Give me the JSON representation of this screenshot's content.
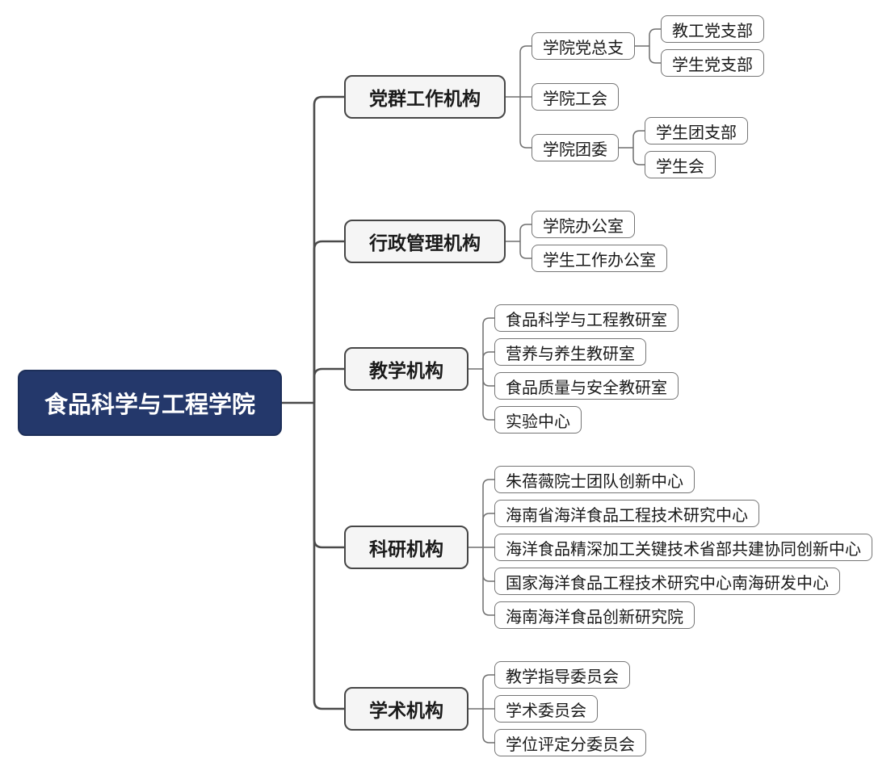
{
  "org_chart": {
    "root": {
      "label": "食品科学与工程学院",
      "children": [
        {
          "label": "党群工作机构",
          "children": [
            {
              "label": "学院党总支",
              "children": [
                {
                  "label": "教工党支部"
                },
                {
                  "label": "学生党支部"
                }
              ]
            },
            {
              "label": "学院工会"
            },
            {
              "label": "学院团委",
              "children": [
                {
                  "label": "学生团支部"
                },
                {
                  "label": "学生会"
                }
              ]
            }
          ]
        },
        {
          "label": "行政管理机构",
          "children": [
            {
              "label": "学院办公室"
            },
            {
              "label": "学生工作办公室"
            }
          ]
        },
        {
          "label": "教学机构",
          "children": [
            {
              "label": "食品科学与工程教研室"
            },
            {
              "label": "营养与养生教研室"
            },
            {
              "label": "食品质量与安全教研室"
            },
            {
              "label": "实验中心"
            }
          ]
        },
        {
          "label": "科研机构",
          "children": [
            {
              "label": "朱蓓薇院士团队创新中心"
            },
            {
              "label": "海南省海洋食品工程技术研究中心"
            },
            {
              "label": "海洋食品精深加工关键技术省部共建协同创新中心"
            },
            {
              "label": "国家海洋食品工程技术研究中心南海研发中心"
            },
            {
              "label": "海南海洋食品创新研究院"
            }
          ]
        },
        {
          "label": "学术机构",
          "children": [
            {
              "label": "教学指导委员会"
            },
            {
              "label": "学术委员会"
            },
            {
              "label": "学位评定分委员会"
            }
          ]
        }
      ]
    },
    "colors": {
      "background": "#ffffff",
      "root_fill": "#24386b",
      "root_border": "#1d2f59",
      "root_text": "#ffffff",
      "branch_fill": "#f5f5f5",
      "branch_border": "#464646",
      "leaf_fill": "#ffffff",
      "leaf_border": "#757575",
      "text": "#1a1a1a",
      "connector_dark": "#4a4a4a",
      "connector_light": "#6f6f6f"
    }
  }
}
